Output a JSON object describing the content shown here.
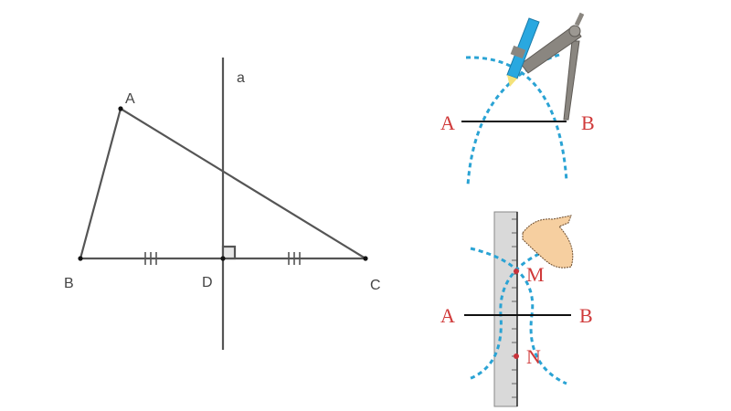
{
  "left_figure": {
    "labels": {
      "A": "A",
      "B": "B",
      "C": "C",
      "D": "D",
      "line": "a"
    },
    "colors": {
      "stroke": "#555555"
    }
  },
  "top_right_figure": {
    "labels": {
      "A": "A",
      "B": "B"
    },
    "colors": {
      "arc": "#2aa3d4",
      "label": "#d03a3a",
      "pencil": "#29a8e0",
      "compass": "#8a8680"
    }
  },
  "bottom_right_figure": {
    "labels": {
      "A": "A",
      "B": "B",
      "M": "M",
      "N": "N"
    },
    "colors": {
      "arc": "#2aa3d4",
      "label": "#d03a3a",
      "ruler": "#d9d9d9",
      "hand": "#f6cfa0"
    }
  }
}
